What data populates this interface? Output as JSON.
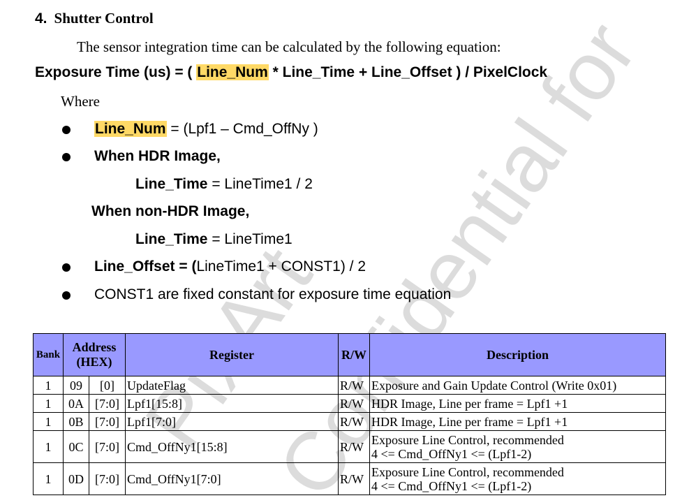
{
  "section": {
    "number": "4.",
    "title": "Shutter Control",
    "intro": "The sensor integration time can be calculated by the following equation:"
  },
  "equation": {
    "left": "Exposure Time (us) = ( ",
    "highlight": "Line_Num",
    "right": " * Line_Time + Line_Offset ) / PixelClock"
  },
  "where": "Where",
  "bullets": {
    "line_num_term": "Line_Num",
    "line_num_rest": " = (Lpf1 – Cmd_OffNy )",
    "hdr_heading": "When HDR Image,",
    "hdr_term": "Line_Time",
    "hdr_rest": " = LineTime1 / 2",
    "non_hdr_heading": "When non-HDR Image,",
    "non_hdr_term": "Line_Time",
    "non_hdr_rest": " = LineTime1",
    "offset_term": "Line_Offset = (",
    "offset_rest": "LineTime1 + CONST1) / 2",
    "const_note": "CONST1 are fixed constant for exposure time equation"
  },
  "watermark": {
    "line1": "PixArt",
    "line2": "Confidential for"
  },
  "table": {
    "headers": {
      "bank": "Bank",
      "address": "Address (HEX)",
      "register": "Register",
      "rw": "R/W",
      "description": "Description"
    },
    "rows": [
      {
        "bank": "1",
        "addr": "09",
        "bits": "[0]",
        "register": "UpdateFlag",
        "rw": "R/W",
        "desc1": "Exposure and Gain Update Control (Write 0x01)",
        "desc2": ""
      },
      {
        "bank": "1",
        "addr": "0A",
        "bits": "[7:0]",
        "register": "Lpf1[15:8]",
        "rw": "R/W",
        "desc1": "HDR Image, Line per frame = Lpf1 +1",
        "desc2": ""
      },
      {
        "bank": "1",
        "addr": "0B",
        "bits": "[7:0]",
        "register": "Lpf1[7:0]",
        "rw": "R/W",
        "desc1": "HDR Image, Line per frame = Lpf1 +1",
        "desc2": ""
      },
      {
        "bank": "1",
        "addr": "0C",
        "bits": "[7:0]",
        "register": "Cmd_OffNy1[15:8]",
        "rw": "R/W",
        "desc1": "Exposure Line Control, recommended",
        "desc2": "4 <= Cmd_OffNy1 <= (Lpf1-2)"
      },
      {
        "bank": "1",
        "addr": "0D",
        "bits": "[7:0]",
        "register": "Cmd_OffNy1[7:0]",
        "rw": "R/W",
        "desc1": "Exposure Line Control, recommended",
        "desc2": "4 <= Cmd_OffNy1 <= (Lpf1-2)"
      }
    ]
  },
  "colors": {
    "highlight": "#ffd966",
    "table_header": "#9999ff",
    "watermark": "#d9d9d9"
  }
}
